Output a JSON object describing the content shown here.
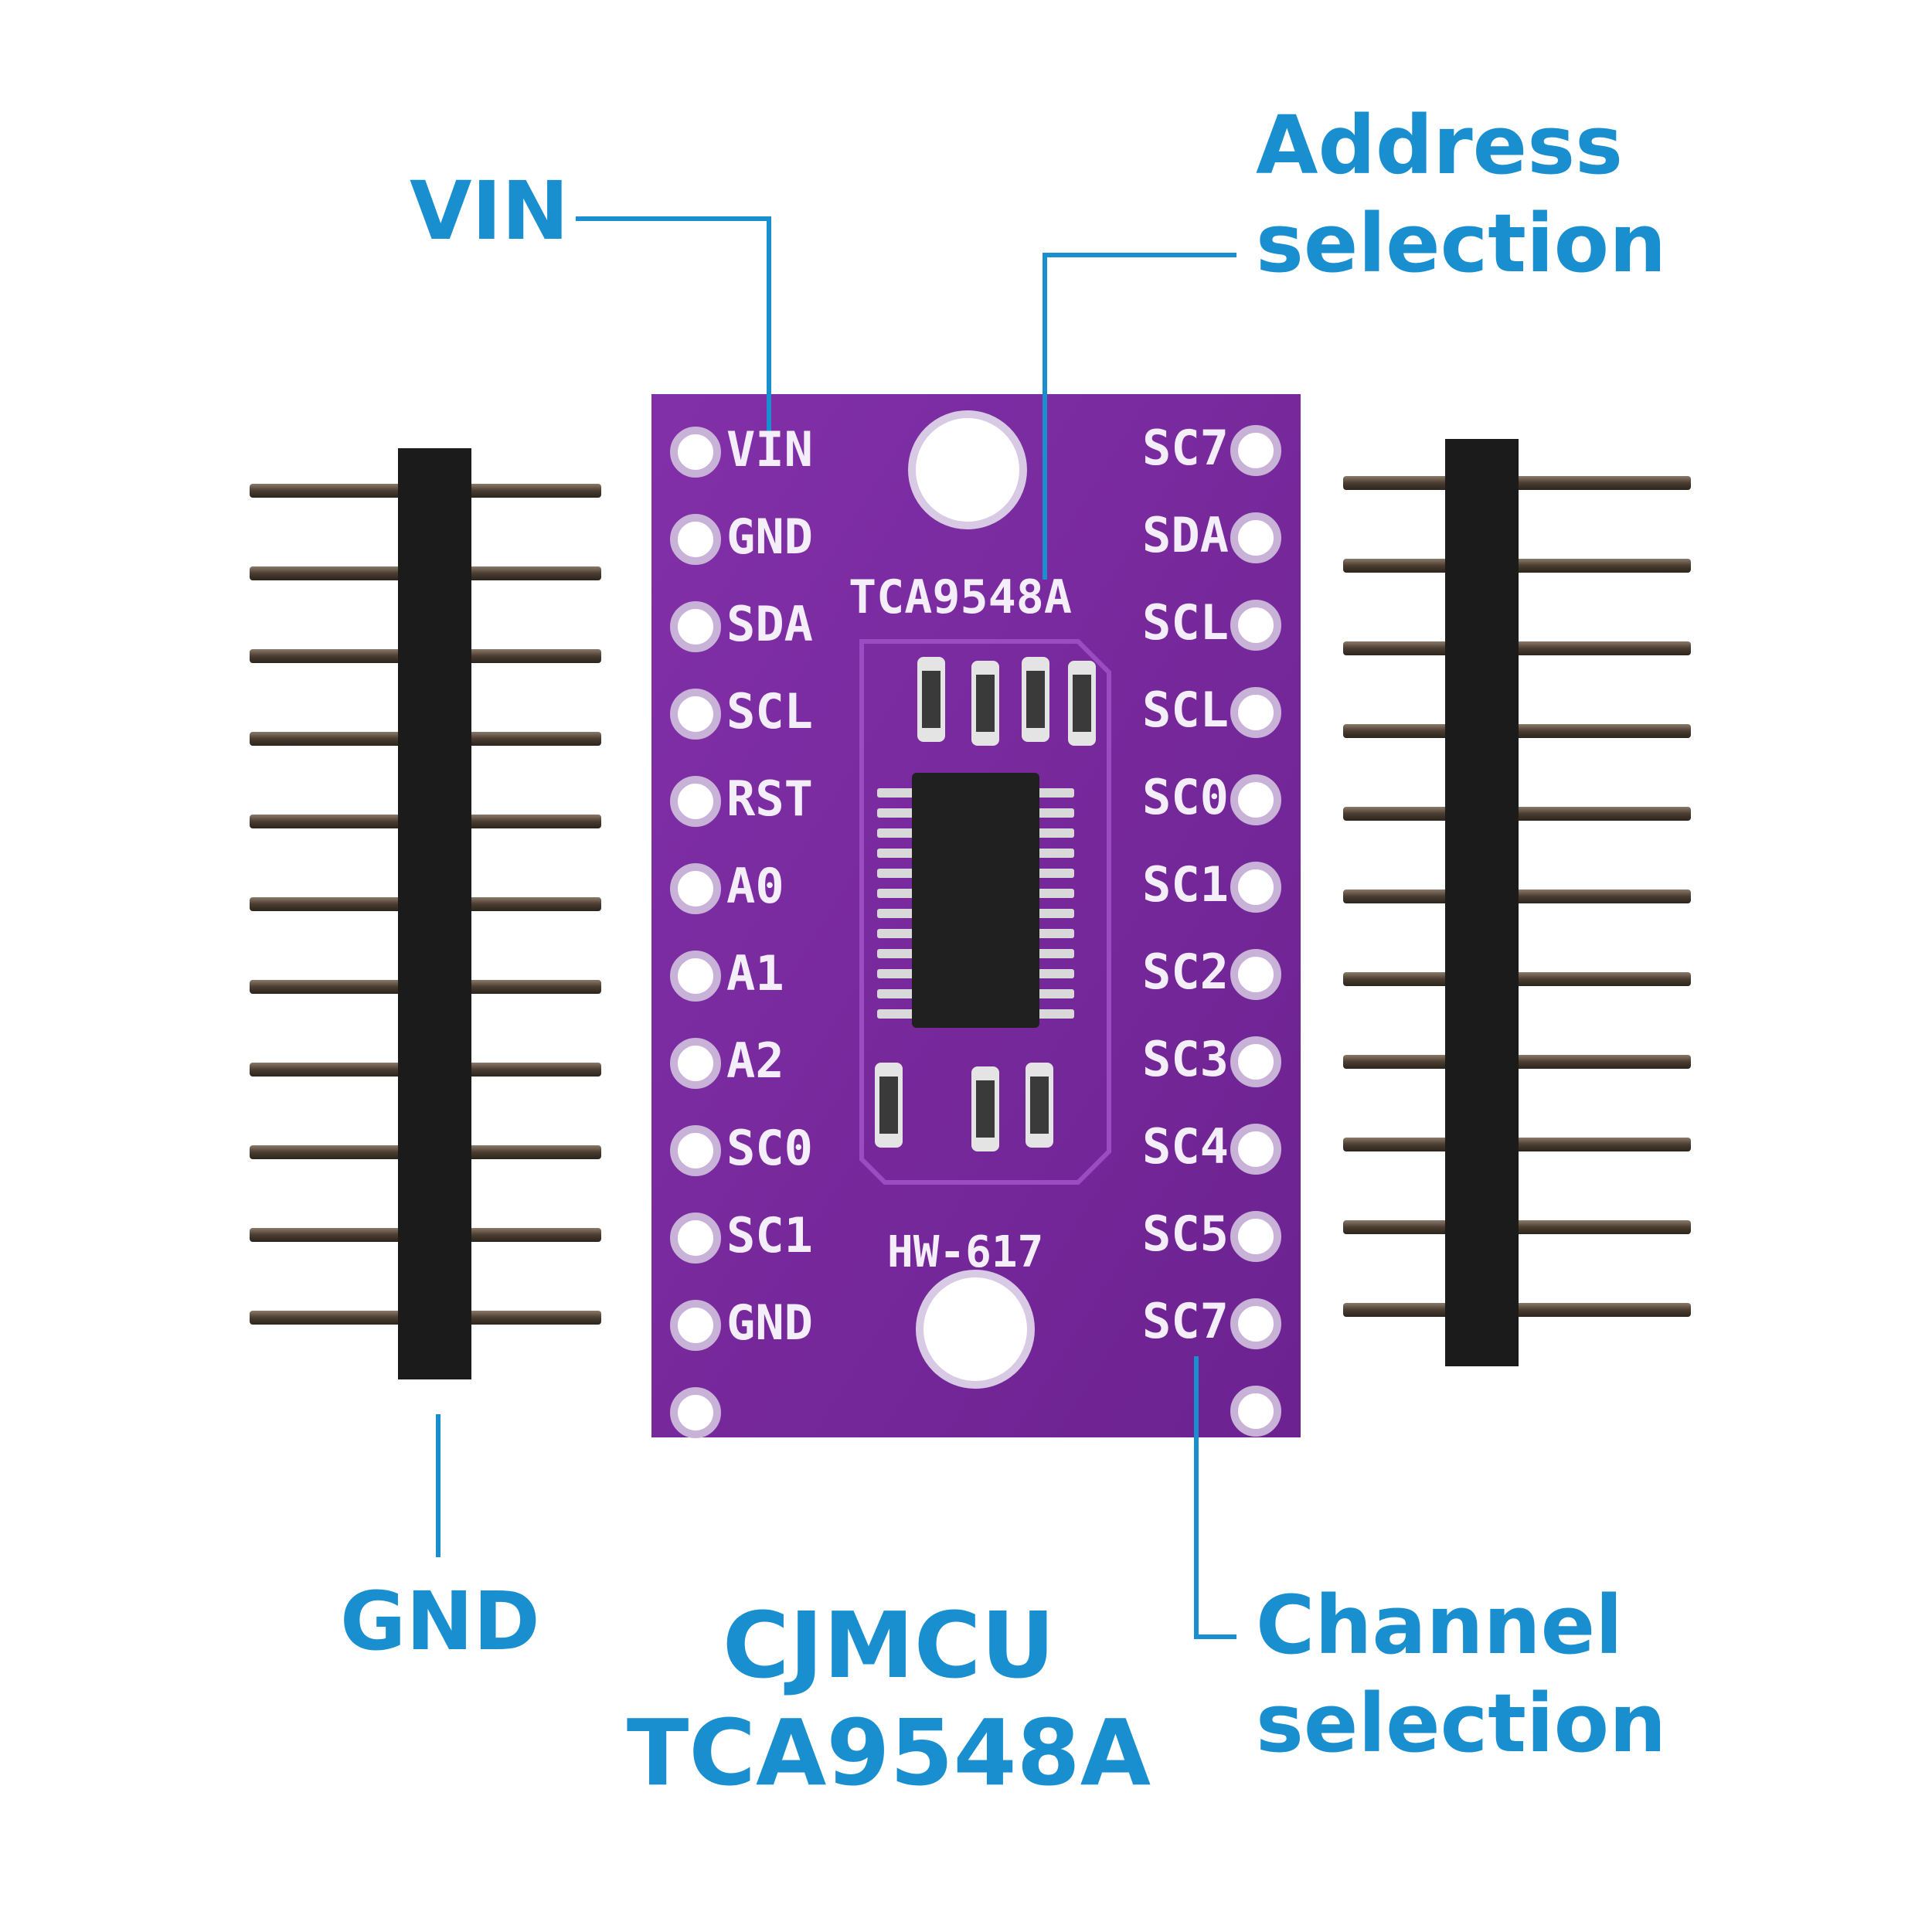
{
  "callouts": {
    "vin": "VIN",
    "address_line1": "Address",
    "address_line2": "selection",
    "gnd": "GND",
    "channel_line1": "Channel",
    "channel_line2": "selection"
  },
  "title": {
    "line1": "CJMCU",
    "line2": "TCA9548A"
  },
  "board": {
    "chip_label": "TCA9548A",
    "model_label": "HW-617",
    "left_pins": [
      "VIN",
      "GND",
      "SDA",
      "SCL",
      "RST",
      "A0",
      "A1",
      "A2",
      "SC0",
      "SC1",
      "GND",
      ""
    ],
    "right_pins": [
      "SC7",
      "SDA",
      "SCL",
      "SCL",
      "SC0",
      "SC1",
      "SC2",
      "SC3",
      "SC4",
      "SC5",
      "SC7",
      ""
    ]
  },
  "colors": {
    "accent": "#1a8fd0",
    "pcb": "#7a2a9e",
    "header": "#1a1a1a",
    "pin": "#6b5a4a"
  }
}
